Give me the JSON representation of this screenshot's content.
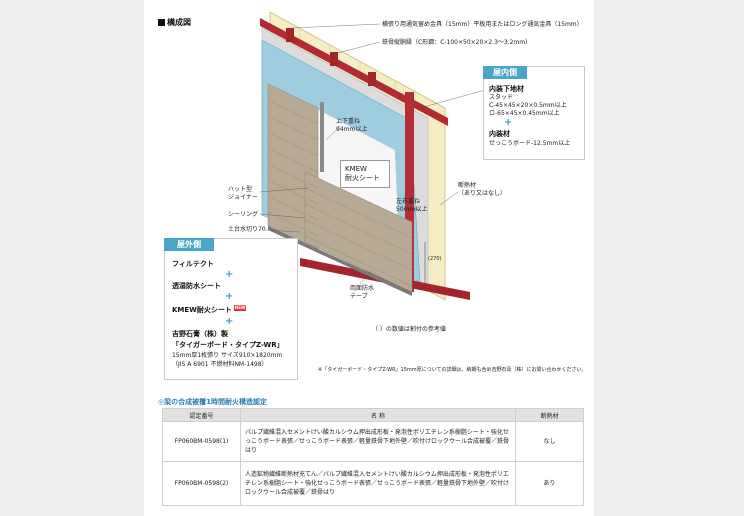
{
  "heading": "構成図",
  "labels": {
    "top1": "横張り用通気留め金具（15mm）平板用またはロング通気金具（15mm）",
    "top2": "鉄骨縦胴縁（C形鋼：C-100×50×20×2.3〜3.2mm）",
    "overlap_v_1": "上下重ね",
    "overlap_v_2": "94mm以上",
    "kmew_1": "KMEW",
    "kmew_2": "耐火シート",
    "hat_1": "ハット型",
    "hat_2": "ジョイナー",
    "sealing": "シーリング",
    "sill": "土台水切り70",
    "overlap_h_1": "左右重ね",
    "overlap_h_2": "50mm以上",
    "insul_1": "断熱材",
    "insul_2": "（あり又はなし）",
    "dim": "(270)",
    "tape_1": "両面防水",
    "tape_2": "テープ",
    "ref_note": "（ ）の数値は割付の参考値",
    "foot_note": "※「タイガーボード・タイプZ-WR」15mm厚についての詳細は、納期も含め吉野石膏（株）にお問い合わせください。"
  },
  "exterior": {
    "header": "屋外側",
    "item1": "フィルテクト",
    "item2": "透湿防水シート",
    "item3": "KMEW耐火シート",
    "new_badge": "NEW",
    "item4": "吉野石膏（株）製",
    "item5": "「タイガーボード・タイプZ-WR」",
    "sub1": "15mm厚1枚張り  サイズ910×1820mm",
    "sub2": "（JIS A 6901 不燃材料NM-1498）"
  },
  "interior": {
    "header": "屋内側",
    "item1": "内装下地材",
    "sub1": "スタッド",
    "sub2": "C-45×45×20×0.5mm以上",
    "sub3": "ロ-65×45×0.45mm以上",
    "item2": "内装材",
    "sub4": "せっこうボード-12.5mm以上"
  },
  "table": {
    "title": "◎梁の合成被覆1時間耐火構造認定",
    "headers": [
      "認定番号",
      "名 称",
      "断熱材"
    ],
    "rows": [
      {
        "no": "FP060BM-0598(1)",
        "name": "パルプ繊維混入セメントけい酸カルシウム押出成形板・発泡性ポリエチレン系樹脂シート・強化せっこうボード表張／せっこうボード表張／軽量鉄骨下地外壁／吹付けロックウール合成被覆／鉄骨はり",
        "ins": "なし"
      },
      {
        "no": "FP060BM-0598(2)",
        "name": "人造鉱物繊維断熱材充てん／パルプ繊維混入セメントけい酸カルシウム押出成形板・発泡性ポリエチレン系樹脂シート・強化せっこうボード表張／せっこうボード表張／軽量鉄骨下地外壁／吹付けロックウール合成被覆／鉄骨はり",
        "ins": "あり"
      }
    ]
  },
  "colors": {
    "accent": "#4aa6c8",
    "steel": "#a3242b",
    "sheet": "#8ec3d9",
    "board": "#f2e9b8",
    "siding": "#b9aa98"
  }
}
